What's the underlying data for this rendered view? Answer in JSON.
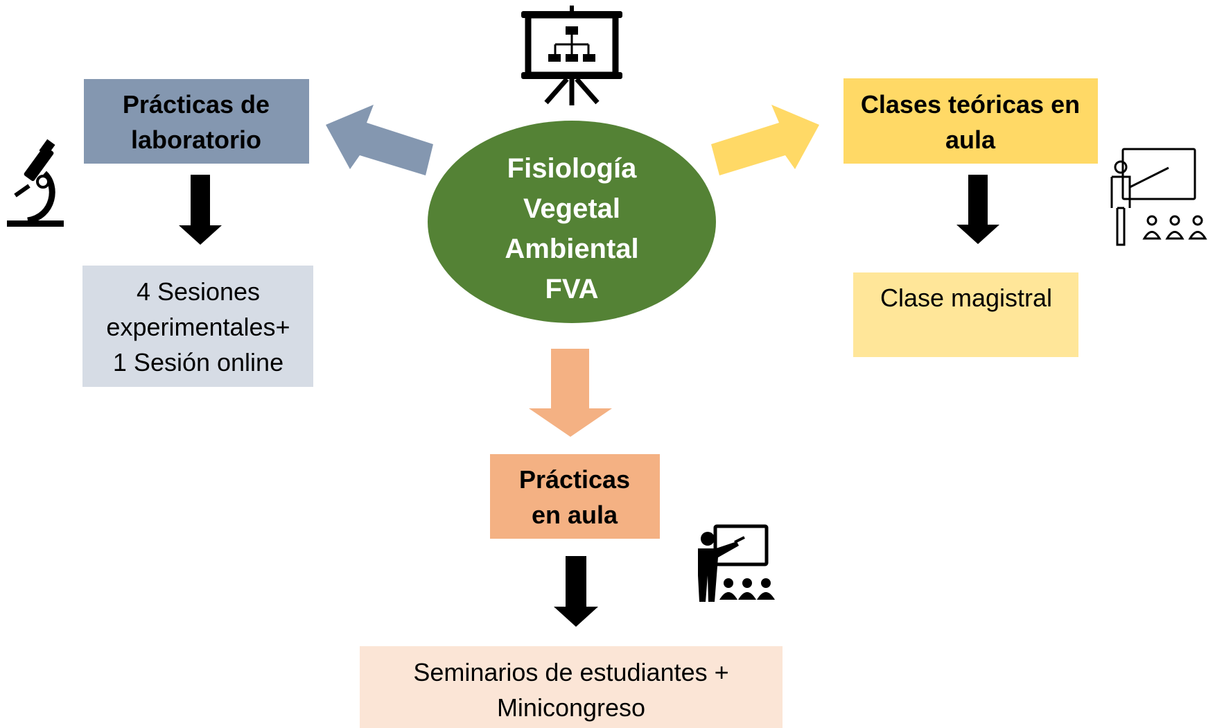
{
  "center": {
    "lines": [
      "Fisiología",
      "Vegetal",
      "Ambiental",
      "FVA"
    ]
  },
  "lab": {
    "title_lines": [
      "Prácticas de",
      "laboratorio"
    ],
    "detail_lines": [
      "4 Sesiones",
      "experimentales+",
      "1 Sesión online"
    ],
    "icon": "microscope-icon"
  },
  "theory": {
    "title_lines": [
      "Clases teóricas en",
      "aula"
    ],
    "detail_lines": [
      "Clase magistral"
    ],
    "icon": "teacher-audience-outline-icon"
  },
  "classroom": {
    "title_lines": [
      "Prácticas",
      "en aula"
    ],
    "detail_lines": [
      "Seminarios de estudiantes +",
      "Minicongreso"
    ],
    "icon": "teacher-audience-filled-icon"
  },
  "top_icon": "presentation-board-icon",
  "colors": {
    "center": "#548235",
    "lab_title": "#8497b0",
    "lab_detail": "#d6dce5",
    "theory_title": "#ffd966",
    "theory_detail": "#ffe699",
    "classroom_title": "#f4b183",
    "classroom_detail": "#fbe5d6",
    "down_arrow": "#000000"
  }
}
